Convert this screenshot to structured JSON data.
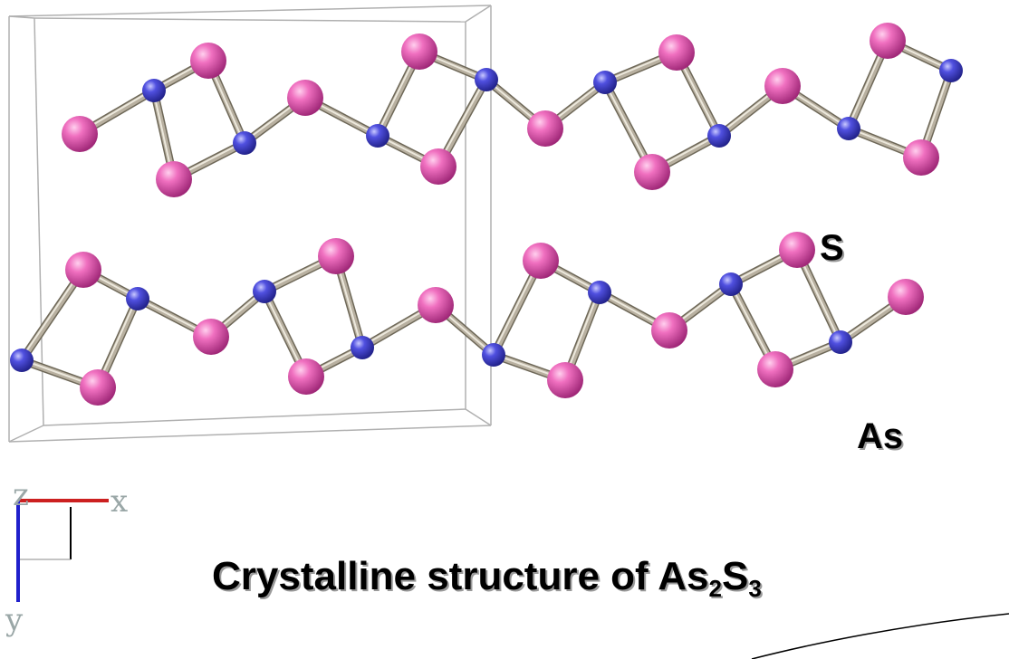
{
  "labels": {
    "sulfur": "S",
    "arsenic": "As"
  },
  "caption": {
    "text": "Crystalline structure of As",
    "sub1": "2",
    "mid": "S",
    "sub2": "3"
  },
  "axes": {
    "z": "z",
    "x": "x",
    "y": "y"
  },
  "colors": {
    "sulfur": "#e060b0",
    "arsenic": "#4a4ad8",
    "bond": "#b8b0a0",
    "cell": "#b0b0b0",
    "axis_x": "#cc2020",
    "axis_y": "#2020cc"
  }
}
